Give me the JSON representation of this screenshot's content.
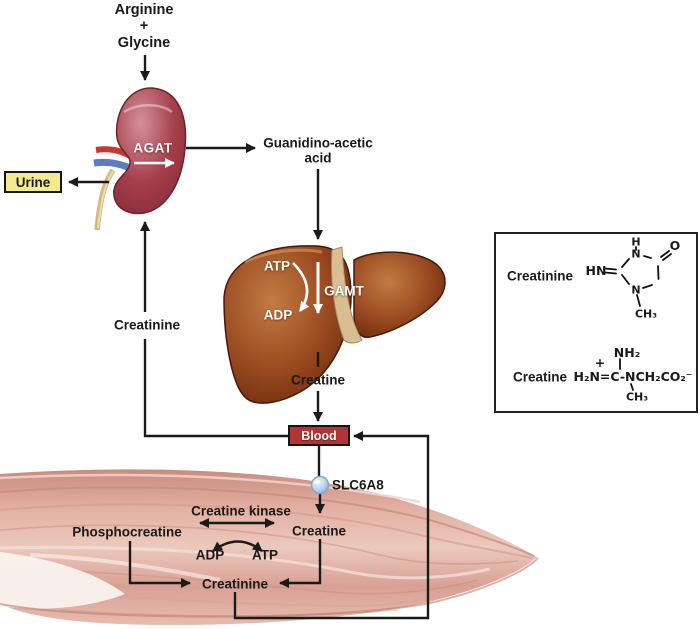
{
  "pathway": {
    "precursors": {
      "line1": "Arginine",
      "line2": "+",
      "line3": "Glycine"
    },
    "kidney": {
      "enzyme": "AGAT",
      "excretion": "Urine"
    },
    "intermediate": {
      "line1": "Guanidino-acetic",
      "line2": "acid"
    },
    "liver": {
      "cofactor_in": "ATP",
      "enzyme": "GAMT",
      "cofactor_out": "ADP",
      "product": "Creatine"
    },
    "transport": {
      "blood": "Blood",
      "transporter": "SLC6A8"
    },
    "muscle": {
      "enzyme": "Creatine kinase",
      "phosphocreatine": "Phosphocreatine",
      "creatine": "Creatine",
      "adp": "ADP",
      "atp": "ATP",
      "creatinine": "Creatinine"
    },
    "recycle": {
      "creatinine": "Creatinine"
    }
  },
  "structure_panel": {
    "creatinine": {
      "label": "Creatinine",
      "exo_hn": "HN",
      "ring_h": "H",
      "ring_n_top": "N",
      "carbonyl_o": "O",
      "ring_n_bottom": "N",
      "methyl": "CH₃"
    },
    "creatine": {
      "label": "Creatine",
      "amine": "NH₂",
      "charge": "+",
      "backbone": "H₂N=C-NCH₂CO₂⁻",
      "methyl": "CH₃"
    }
  },
  "colors": {
    "arrow": "#1A1A1A",
    "kidney": "#A6414C",
    "liver": "#9A4A20",
    "muscle": "#DDA89B",
    "blood_box": "#B23534",
    "urine_box": "#F6EA90",
    "transporter_dot": "#BCD8EC"
  }
}
